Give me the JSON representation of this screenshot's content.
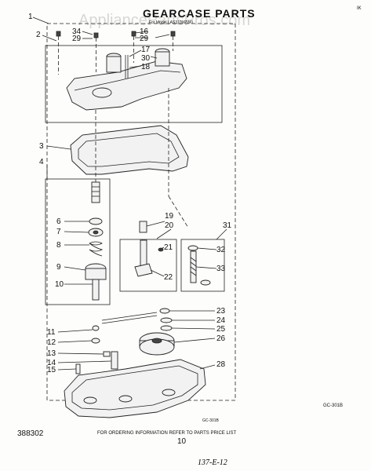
{
  "header": {
    "title": "GEARCASE PARTS",
    "model_line": "For Model LAS310XPW0",
    "watermark": "AppliancePartsPros.com",
    "corner_mark": "IK"
  },
  "callouts": [
    {
      "id": "1",
      "label": "1"
    },
    {
      "id": "2",
      "label": "2"
    },
    {
      "id": "3",
      "label": "3"
    },
    {
      "id": "4",
      "label": "4"
    },
    {
      "id": "6",
      "label": "6"
    },
    {
      "id": "7",
      "label": "7"
    },
    {
      "id": "8",
      "label": "8"
    },
    {
      "id": "9",
      "label": "9"
    },
    {
      "id": "10",
      "label": "10"
    },
    {
      "id": "11",
      "label": "11"
    },
    {
      "id": "12",
      "label": "12"
    },
    {
      "id": "13",
      "label": "13"
    },
    {
      "id": "14",
      "label": "14"
    },
    {
      "id": "15",
      "label": "15"
    },
    {
      "id": "16",
      "label": "16"
    },
    {
      "id": "17",
      "label": "17"
    },
    {
      "id": "18",
      "label": "18"
    },
    {
      "id": "19",
      "label": "19"
    },
    {
      "id": "20",
      "label": "20"
    },
    {
      "id": "21",
      "label": "21"
    },
    {
      "id": "22",
      "label": "22"
    },
    {
      "id": "23",
      "label": "23"
    },
    {
      "id": "24",
      "label": "24"
    },
    {
      "id": "25",
      "label": "25"
    },
    {
      "id": "26",
      "label": "26"
    },
    {
      "id": "28",
      "label": "28"
    },
    {
      "id": "29a",
      "label": "29"
    },
    {
      "id": "29b",
      "label": "29"
    },
    {
      "id": "30",
      "label": "30"
    },
    {
      "id": "31",
      "label": "31"
    },
    {
      "id": "32",
      "label": "32"
    },
    {
      "id": "33",
      "label": "33"
    },
    {
      "id": "34",
      "label": "34"
    }
  ],
  "figure_code": "GC-301B",
  "inner_code": "GC-301B",
  "footer": {
    "part_number": "388302",
    "instructions": "FOR ORDERING INFORMATION REFER TO PARTS PRICE LIST",
    "page_number": "10",
    "handwritten_mark": "137-E-12"
  }
}
